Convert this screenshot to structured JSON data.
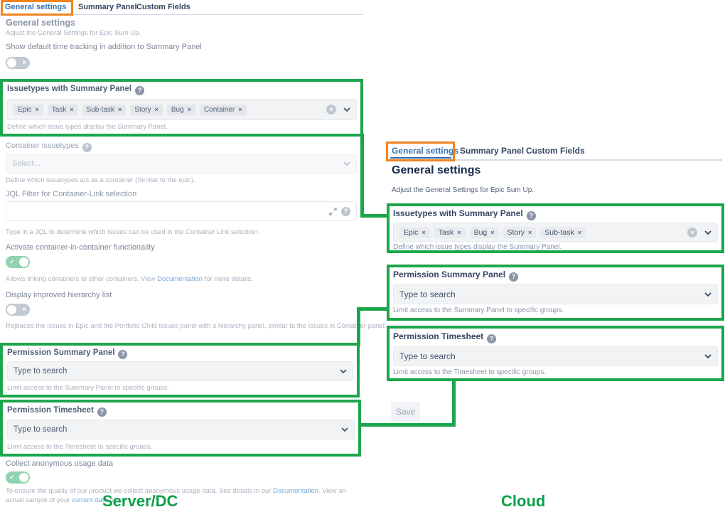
{
  "ui": {
    "annotation_green": "#1ca64c",
    "annotation_orange": "#f0831e",
    "tab_blue": "#3572b0"
  },
  "icons": {
    "help": "?",
    "remove_tag": "×",
    "clear": "×",
    "toggle_off": "×",
    "toggle_on": "✓"
  },
  "server": {
    "caption": "Server/DC",
    "tabs": {
      "general": "General settings",
      "summary": "Summary Panel",
      "custom": "Custom Fields"
    },
    "heading": "General settings",
    "subheading": "Adjust the General Settings for Epic Sum Up.",
    "time_tracking": {
      "label": "Show default time tracking in addition to Summary Panel"
    },
    "issuetypes": {
      "label": "Issuetypes with Summary Panel",
      "tags": [
        "Epic",
        "Task",
        "Sub-task",
        "Story",
        "Bug",
        "Container"
      ],
      "help": "Define which issue types display the Summary Panel."
    },
    "container_issuetypes": {
      "label": "Container issuetypes",
      "placeholder": "Select...",
      "help": "Define which issuetypes act as a container (Similar to the epic)."
    },
    "jql": {
      "label": "JQL Filter for Container-Link selection",
      "help": "Type in a JQL to determine which issues can be used in the Container Link selection."
    },
    "container_in_container": {
      "label": "Activate container-in-container functionality",
      "help_pre": "Allows linking containers to other containers. View ",
      "help_link": "Documentation",
      "help_post": " for more details."
    },
    "hierarchy": {
      "label": "Display improved hierarchy list",
      "help": "Replaces the Issues in Epic and the Portfolio Child Issues panel with a hierarchy panel, similar to the Issues in Container panel."
    },
    "permission_summary": {
      "label": "Permission Summary Panel",
      "placeholder": "Type to search",
      "help": "Limit access to the Summary Panel to specific groups."
    },
    "permission_timesheet": {
      "label": "Permission Timesheet",
      "placeholder": "Type to search",
      "help": "Limit access to the Timesheet to specific groups."
    },
    "usage_data": {
      "label": "Collect anonymous usage data",
      "help_pre": "To ensure the quality of our product we collect anonymous usage data. See details in our ",
      "help_link1": "Documentation",
      "help_mid": ". View an actual sample of your ",
      "help_link2": "current data",
      "help_post": " here."
    }
  },
  "cloud": {
    "caption": "Cloud",
    "tabs": {
      "general": "General settings",
      "summary": "Summary Panel",
      "custom": "Custom Fields"
    },
    "heading": "General settings",
    "subheading": "Adjust the General Settings for Epic Sum Up.",
    "issuetypes": {
      "label": "Issuetypes with Summary Panel",
      "tags": [
        "Epic",
        "Task",
        "Bug",
        "Story",
        "Sub-task"
      ],
      "help": "Define which issue types display the Summary Panel."
    },
    "permission_summary": {
      "label": "Permission Summary Panel",
      "placeholder": "Type to search",
      "help": "Limit access to the Summary Panel to specific groups."
    },
    "permission_timesheet": {
      "label": "Permission Timesheet",
      "placeholder": "Type to search",
      "help": "Limit access to the Timesheet to specific groups."
    },
    "save_label": "Save"
  }
}
